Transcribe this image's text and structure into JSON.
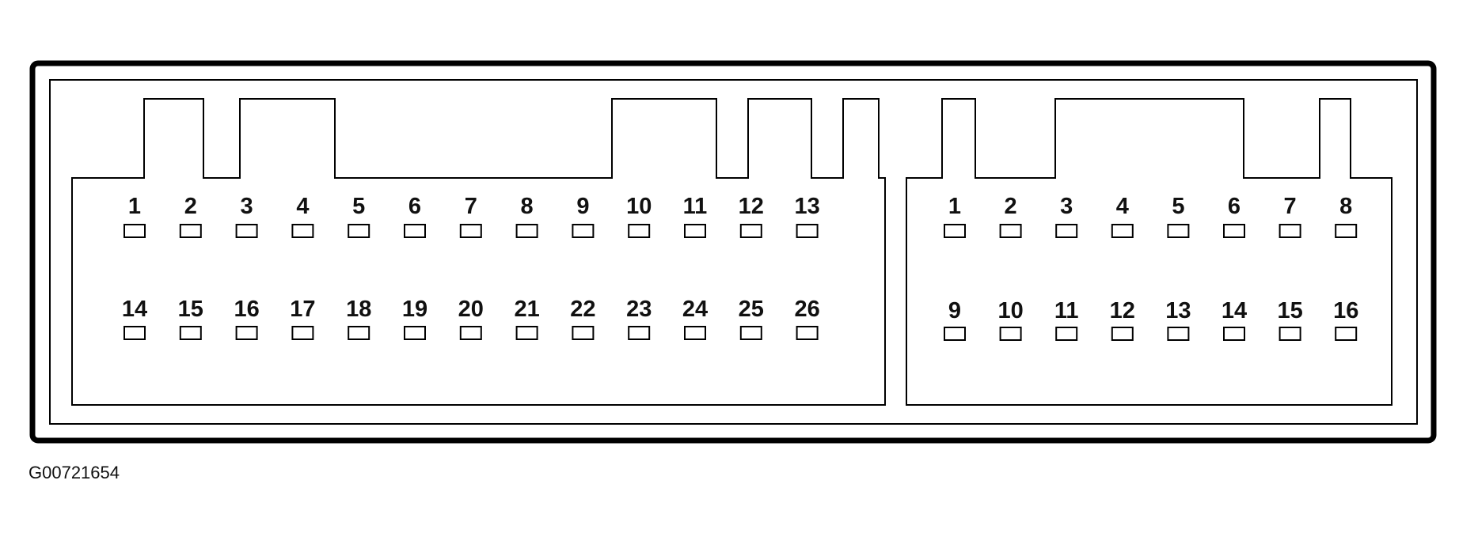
{
  "figure_code": "G00721654",
  "connectors": [
    {
      "name": "connector-a",
      "rows": [
        [
          "1",
          "2",
          "3",
          "4",
          "5",
          "6",
          "7",
          "8",
          "9",
          "10",
          "11",
          "12",
          "13"
        ],
        [
          "14",
          "15",
          "16",
          "17",
          "18",
          "19",
          "20",
          "21",
          "22",
          "23",
          "24",
          "25",
          "26"
        ]
      ]
    },
    {
      "name": "connector-b",
      "rows": [
        [
          "1",
          "2",
          "3",
          "4",
          "5",
          "6",
          "7",
          "8"
        ],
        [
          "9",
          "10",
          "11",
          "12",
          "13",
          "14",
          "15",
          "16"
        ]
      ]
    }
  ]
}
